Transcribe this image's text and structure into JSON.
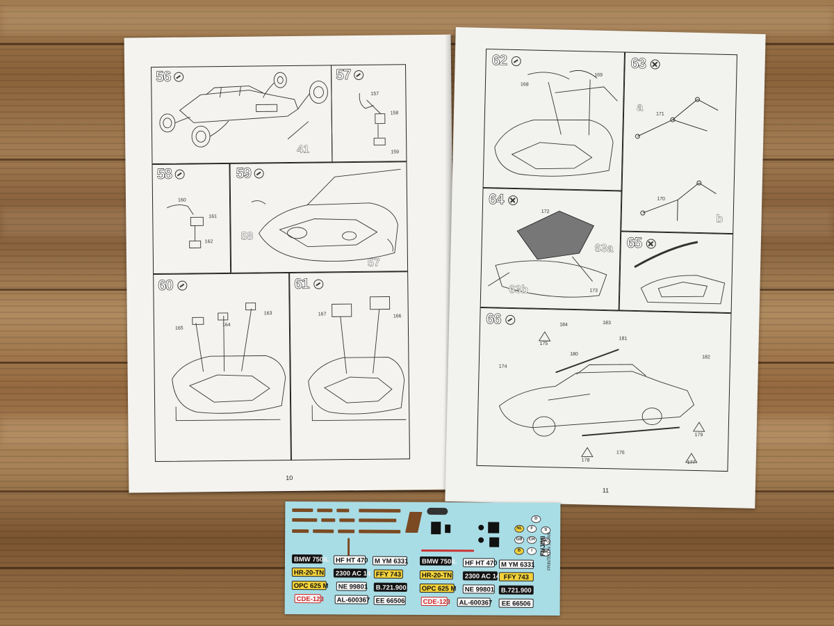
{
  "left_page": {
    "page_number": "10",
    "steps": [
      {
        "num": "56",
        "labels": [
          "41"
        ]
      },
      {
        "num": "57",
        "labels": [
          "157",
          "158",
          "159"
        ]
      },
      {
        "num": "58",
        "labels": [
          "160",
          "161",
          "162"
        ]
      },
      {
        "num": "59",
        "labels": [
          "58",
          "57"
        ]
      },
      {
        "num": "60",
        "labels": [
          "165",
          "164",
          "163"
        ]
      },
      {
        "num": "61",
        "labels": [
          "167",
          "166"
        ]
      }
    ]
  },
  "right_page": {
    "page_number": "11",
    "steps": [
      {
        "num": "62",
        "labels": [
          "168",
          "169"
        ]
      },
      {
        "num": "63",
        "labels": [
          "a",
          "b",
          "171",
          "170"
        ]
      },
      {
        "num": "64",
        "labels": [
          "172",
          "63a",
          "63b",
          "173"
        ]
      },
      {
        "num": "65",
        "labels": []
      },
      {
        "num": "66",
        "labels": [
          "184",
          "183",
          "182",
          "174",
          "175",
          "176",
          "177",
          "178",
          "179",
          "180",
          "181"
        ]
      }
    ]
  },
  "decal_sheet": {
    "plates": [
      {
        "text": "BMW 750iL",
        "style": "b"
      },
      {
        "text": "HF HT 470",
        "style": "w"
      },
      {
        "text": "M YM 6331",
        "style": "w"
      },
      {
        "text": "BMW 750iL",
        "style": "b"
      },
      {
        "text": "HF HT 470",
        "style": "w"
      },
      {
        "text": "M YM 6331",
        "style": "w"
      },
      {
        "text": "HR-20-TN",
        "style": "y"
      },
      {
        "text": "2300 AC 14",
        "style": "b"
      },
      {
        "text": "FFY 743",
        "style": "y"
      },
      {
        "text": "HR-20-TN",
        "style": "y"
      },
      {
        "text": "2300 AC 14",
        "style": "b"
      },
      {
        "text": "FFY 743",
        "style": "y"
      },
      {
        "text": "OPC 625 M",
        "style": "y"
      },
      {
        "text": "NE 99801",
        "style": "w"
      },
      {
        "text": "B.721.900",
        "style": "b"
      },
      {
        "text": "OPC 625 M",
        "style": "y"
      },
      {
        "text": "NE 99801",
        "style": "w"
      },
      {
        "text": "B.721.900",
        "style": "b"
      },
      {
        "text": "CDE-123",
        "style": "r"
      },
      {
        "text": "AL-600367",
        "style": "w"
      },
      {
        "text": "EE 66506",
        "style": "w"
      },
      {
        "text": "CDE-123",
        "style": "r"
      },
      {
        "text": "AL-600367",
        "style": "w"
      },
      {
        "text": "EE 66506",
        "style": "w"
      }
    ],
    "countries": [
      "D",
      "NL",
      "F",
      "S",
      "GB",
      "CH",
      "A",
      "B",
      "I",
      "DK"
    ],
    "brand": "FUJIMI",
    "printed": "PRINTED IN JAPAN"
  }
}
